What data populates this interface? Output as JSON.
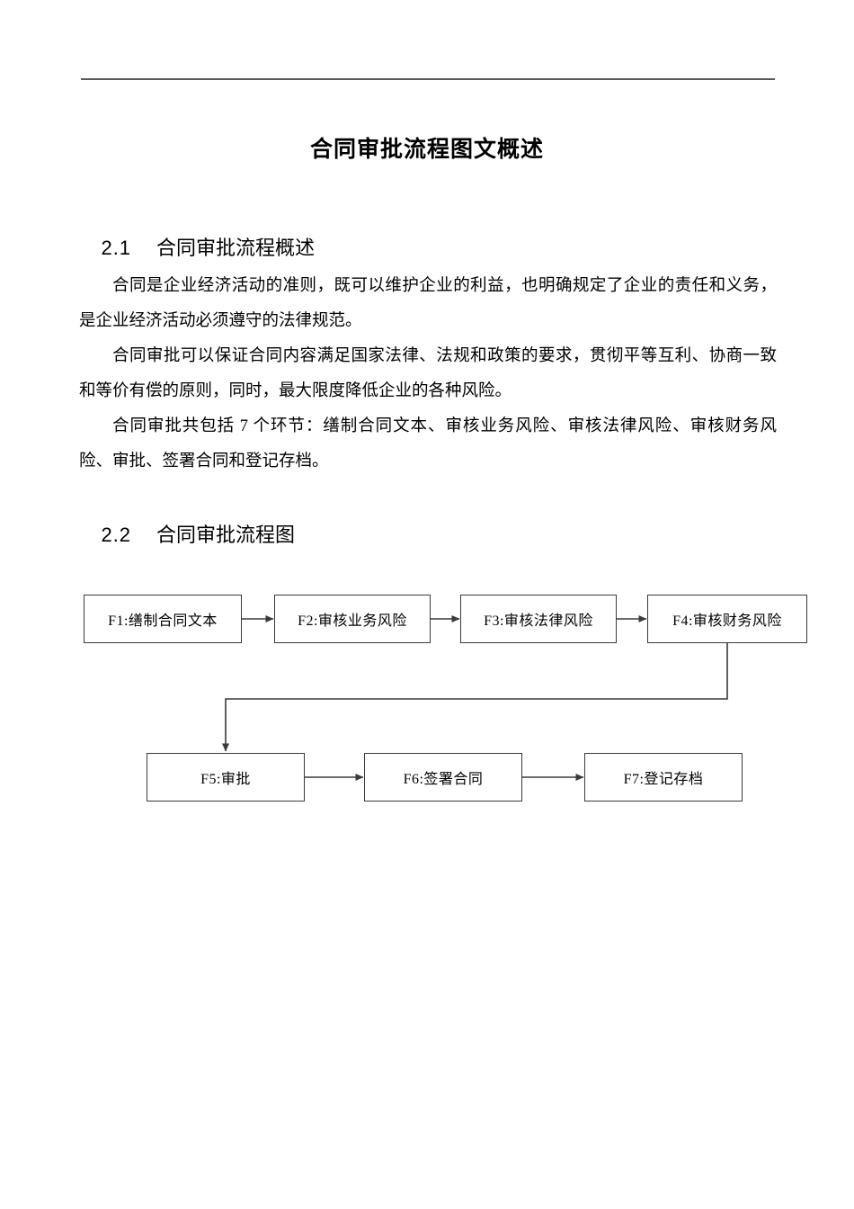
{
  "document": {
    "title": "合同审批流程图文概述",
    "header_rule_color": "#595959",
    "text_color": "#000000",
    "background_color": "#ffffff"
  },
  "sections": [
    {
      "number": "2.1",
      "heading": "合同审批流程概述",
      "paragraphs": [
        "合同是企业经济活动的准则，既可以维护企业的利益，也明确规定了企业的责任和义务，是企业经济活动必须遵守的法律规范。",
        "合同审批可以保证合同内容满足国家法律、法规和政策的要求，贯彻平等互利、协商一致和等价有偿的原则，同时，最大限度降低企业的各种风险。",
        "合同审批共包括 7 个环节：缮制合同文本、审核业务风险、审核法律风险、审核财务风险、审批、签署合同和登记存档。"
      ]
    },
    {
      "number": "2.2",
      "heading": "合同审批流程图"
    }
  ],
  "flowchart": {
    "type": "process-flow",
    "node_border_color": "#3a3a3a",
    "connector_color": "#3a3a3a",
    "nodes": [
      {
        "id": "F1",
        "label": "F1:缮制合同文本"
      },
      {
        "id": "F2",
        "label": "F2:审核业务风险"
      },
      {
        "id": "F3",
        "label": "F3:审核法律风险"
      },
      {
        "id": "F4",
        "label": "F4:审核财务风险"
      },
      {
        "id": "F5",
        "label": "F5:审批"
      },
      {
        "id": "F6",
        "label": "F6:签署合同"
      },
      {
        "id": "F7",
        "label": "F7:登记存档"
      }
    ],
    "edges": [
      {
        "from": "F1",
        "to": "F2"
      },
      {
        "from": "F2",
        "to": "F3"
      },
      {
        "from": "F3",
        "to": "F4"
      },
      {
        "from": "F4",
        "to": "F5"
      },
      {
        "from": "F5",
        "to": "F6"
      },
      {
        "from": "F6",
        "to": "F7"
      }
    ]
  }
}
